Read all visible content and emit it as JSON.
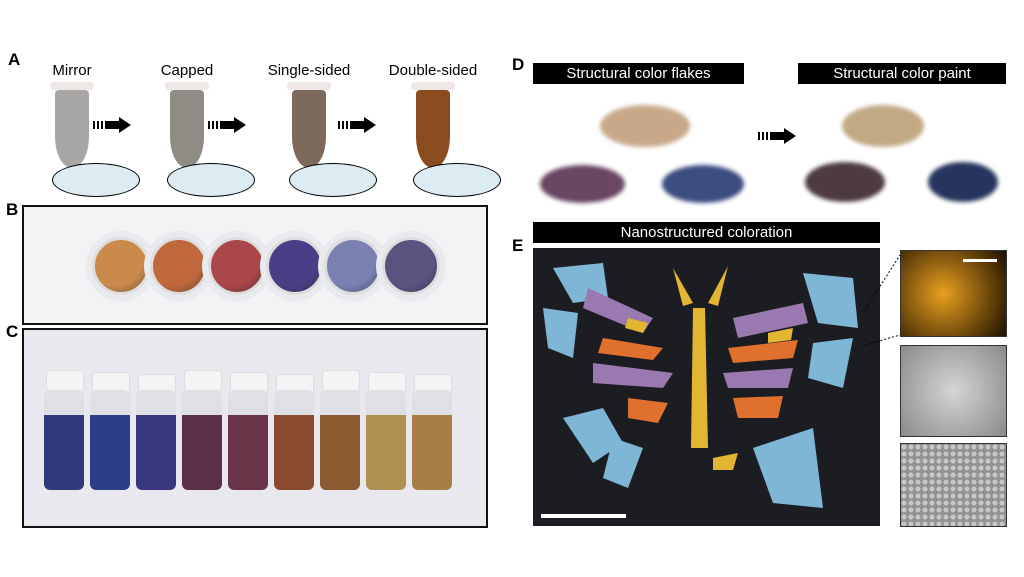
{
  "panels": {
    "a": {
      "label": "A",
      "stages": [
        "Mirror",
        "Capped",
        "Single-sided",
        "Double-sided"
      ],
      "tube_colors": [
        "#a9a6a6",
        "#8f8c86",
        "#7d6a5c",
        "#8a4b1f"
      ]
    },
    "b": {
      "label": "B",
      "vial_colors": [
        "#c98a4c",
        "#c0683c",
        "#a9454b",
        "#4a3f86",
        "#7a80b2",
        "#5a5380"
      ]
    },
    "c": {
      "label": "C",
      "vial_colors": [
        "#2f3a7a",
        "#2c3f86",
        "#3a3680",
        "#5a3048",
        "#6a3448",
        "#8a4a30",
        "#8c5a30",
        "#b09050",
        "#a67e45"
      ]
    },
    "d": {
      "label": "D",
      "flakes_title": "Structural color flakes",
      "paint_title": "Structural color paint"
    },
    "e": {
      "label": "E",
      "title": "Nanostructured coloration"
    }
  },
  "colors": {
    "butterfly_blue": "#7fb6d6",
    "butterfly_purple": "#9a78b0",
    "butterfly_orange": "#e0702e",
    "butterfly_yellow": "#e2b632"
  }
}
